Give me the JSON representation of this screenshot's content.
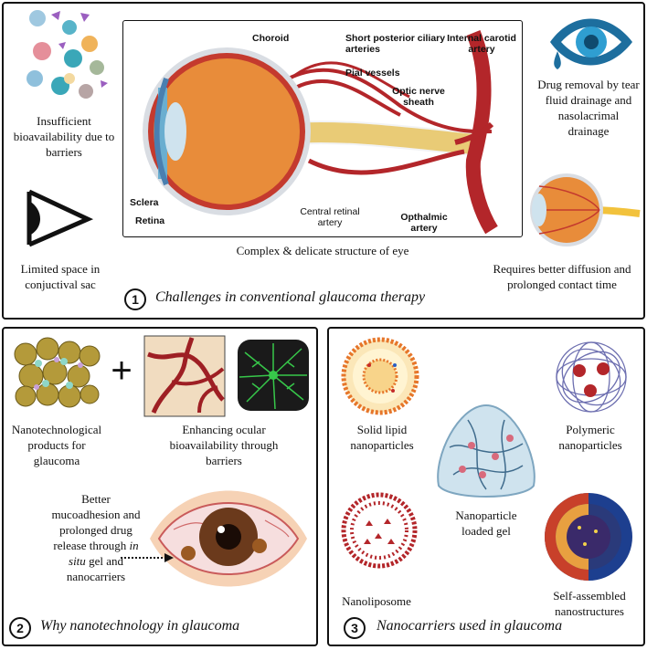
{
  "panel1": {
    "number": "1",
    "title": "Challenges in conventional glaucoma therapy",
    "insufficient": "Insufficient bioavailability due to barriers",
    "limited_space": "Limited space in conjuctival sac",
    "eye_caption": "Complex & delicate structure of eye",
    "drug_removal": "Drug removal by tear fluid drainage and nasolacrimal drainage",
    "diffusion": "Requires better diffusion and prolonged contact time",
    "anatomy": {
      "choroid": "Choroid",
      "short_posterior": "Short posterior ciliary arteries",
      "pial": "Pial vessels",
      "internal_carotid": "Internal carotid artery",
      "optic_sheath": "Optic nerve sheath",
      "sclera": "Sclera",
      "retina": "Retina",
      "central_retinal": "Central retinal artery",
      "opthalmic": "Opthalmic artery"
    }
  },
  "panel2": {
    "number": "2",
    "title": "Why nanotechnology in glaucoma",
    "plus": "+",
    "nanotech": "Nanotechnological products for glaucoma",
    "enhancing": "Enhancing ocular bioavailability through barriers",
    "mucoadhesion_1": "Better mucoadhesion and prolonged drug release through ",
    "mucoadhesion_italic": "in situ",
    "mucoadhesion_2": " gel and nanocarriers"
  },
  "panel3": {
    "number": "3",
    "title": "Nanocarriers used in glaucoma",
    "sln": "Solid lipid nanoparticles",
    "polymeric": "Polymeric nanoparticles",
    "gel": "Nanoparticle loaded gel",
    "liposome": "Nanoliposome",
    "self_assembled": "Self-assembled nanostructures"
  },
  "colors": {
    "vessel": "#b3262a",
    "eyeball": "#e88c3a",
    "iris_blue": "#2f8fa8",
    "nerve": "#f2c23c",
    "border": "#111111"
  }
}
